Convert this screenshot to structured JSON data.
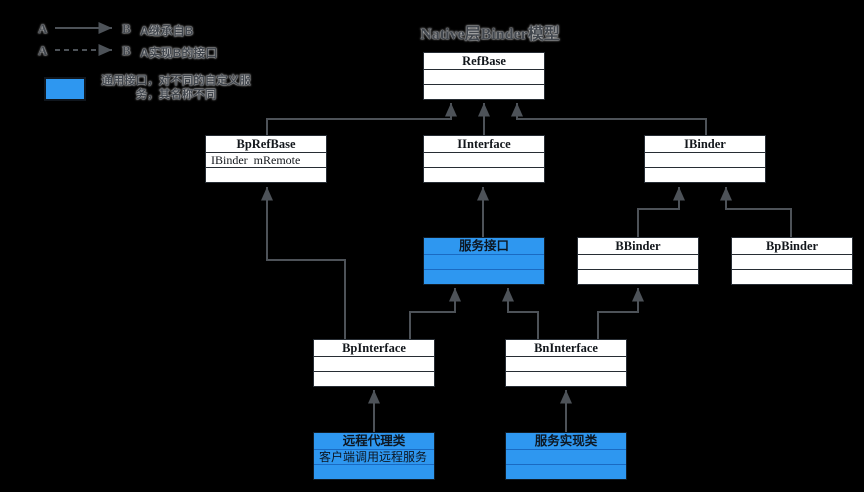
{
  "title": "Native层Binder模型",
  "legend": {
    "inherit": {
      "a": "A",
      "b": "B",
      "label": "A继承自B",
      "arrow_style": "solid"
    },
    "implement": {
      "a": "A",
      "b": "B",
      "label": "A实现B的接口",
      "arrow_style": "dashed"
    },
    "note_lines": [
      "通用接口，对不同的自定义服",
      "务，其名称不同"
    ]
  },
  "colors": {
    "background": "#000000",
    "accent_blue": "#2e97f0",
    "box_fill": "#ffffff",
    "box_border": "#272d34",
    "line_gray": "#4d5258",
    "text_dark": "#13171c"
  },
  "nodes": [
    {
      "id": "refbase",
      "title": "RefBase",
      "attr": "",
      "fill": "white"
    },
    {
      "id": "bprefbase",
      "title": "BpRefBase",
      "attr": "IBinder  mRemote",
      "fill": "white"
    },
    {
      "id": "iinterface",
      "title": "IInterface",
      "attr": "",
      "fill": "white"
    },
    {
      "id": "ibinder",
      "title": "IBinder",
      "attr": "",
      "fill": "white"
    },
    {
      "id": "service-interface",
      "title": "服务接口",
      "attr": "",
      "fill": "blue"
    },
    {
      "id": "bbinder",
      "title": "BBinder",
      "attr": "",
      "fill": "white"
    },
    {
      "id": "bpbinder",
      "title": "BpBinder",
      "attr": "",
      "fill": "white"
    },
    {
      "id": "bpinterface",
      "title": "BpInterface",
      "attr": "",
      "fill": "white"
    },
    {
      "id": "bninterface",
      "title": "BnInterface",
      "attr": "",
      "fill": "white"
    },
    {
      "id": "remote-proxy",
      "title": "远程代理类",
      "attr": "客户端调用远程服务",
      "fill": "blue"
    },
    {
      "id": "service-impl",
      "title": "服务实现类",
      "attr": "",
      "fill": "blue"
    }
  ],
  "edges": [
    {
      "from": "BpRefBase",
      "to": "RefBase",
      "style": "solid"
    },
    {
      "from": "IInterface",
      "to": "RefBase",
      "style": "solid"
    },
    {
      "from": "IBinder",
      "to": "RefBase",
      "style": "solid"
    },
    {
      "from": "服务接口",
      "to": "IInterface",
      "style": "solid"
    },
    {
      "from": "BBinder",
      "to": "IBinder",
      "style": "solid"
    },
    {
      "from": "BpBinder",
      "to": "IBinder",
      "style": "solid"
    },
    {
      "from": "BpInterface",
      "to": "BpRefBase",
      "style": "solid"
    },
    {
      "from": "BpInterface",
      "to": "服务接口",
      "style": "solid"
    },
    {
      "from": "BnInterface",
      "to": "服务接口",
      "style": "solid"
    },
    {
      "from": "BnInterface",
      "to": "BBinder",
      "style": "solid"
    },
    {
      "from": "远程代理类",
      "to": "BpInterface",
      "style": "solid"
    },
    {
      "from": "服务实现类",
      "to": "BnInterface",
      "style": "solid"
    }
  ]
}
